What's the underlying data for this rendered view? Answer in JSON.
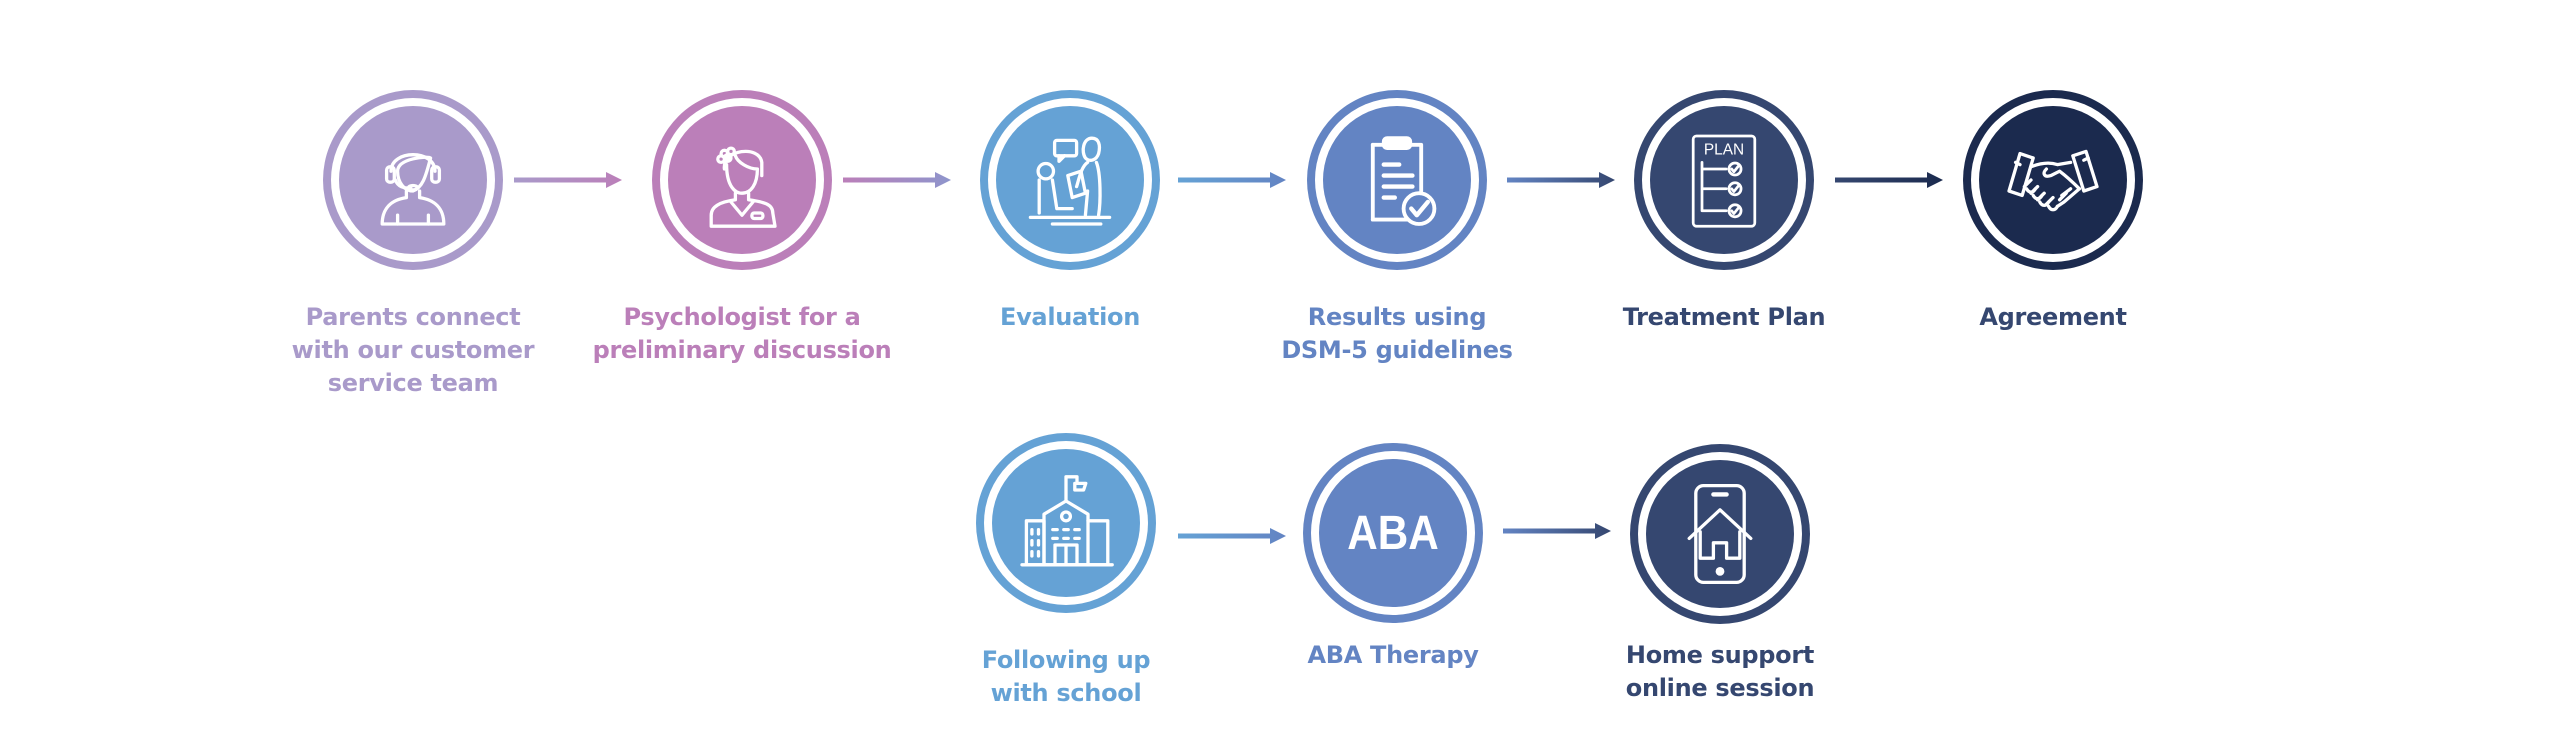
{
  "steps": [
    {
      "id": "contact",
      "icon": "headset-agent-icon",
      "color": "#a99aca",
      "lines": [
        "Parents connect",
        "with our customer",
        "service team"
      ]
    },
    {
      "id": "psychologist",
      "icon": "psychologist-icon",
      "color": "#bb7fb9",
      "lines": [
        "Psychologist for a",
        "preliminary discussion"
      ]
    },
    {
      "id": "evaluation",
      "icon": "evaluation-session-icon",
      "color": "#65a2d5",
      "lines": [
        "Evaluation"
      ]
    },
    {
      "id": "results",
      "icon": "clipboard-check-icon",
      "color": "#6384c3",
      "lines": [
        "Results using",
        "DSM-5 guidelines"
      ]
    },
    {
      "id": "plan",
      "icon": "plan-checklist-icon",
      "color": "#354770",
      "icon_text": "PLAN",
      "lines": [
        "Treatment Plan"
      ]
    },
    {
      "id": "agreement",
      "icon": "handshake-icon",
      "color": "#1b2a4e",
      "lines": [
        "Agreement"
      ]
    },
    {
      "id": "school",
      "icon": "school-building-icon",
      "color": "#65a2d5",
      "lines": [
        "Following up",
        "with school"
      ]
    },
    {
      "id": "aba",
      "icon": "aba-text-icon",
      "color": "#6384c3",
      "icon_text": "ABA",
      "lines": [
        "ABA Therapy"
      ]
    },
    {
      "id": "home",
      "icon": "phone-home-icon",
      "color": "#354770",
      "lines": [
        "Home support",
        "online session"
      ]
    }
  ],
  "arrows": [
    {
      "from": "#a99aca",
      "to": "#bb7fb9"
    },
    {
      "from": "#bb7fb9",
      "to": "#8e95cc"
    },
    {
      "from": "#65a2d5",
      "to": "#6384c3"
    },
    {
      "from": "#6384c3",
      "to": "#354770"
    },
    {
      "from": "#354770",
      "to": "#1b2a4e"
    },
    {
      "from": "#65a2d5",
      "to": "#6384c3"
    },
    {
      "from": "#6384c3",
      "to": "#354770"
    }
  ]
}
